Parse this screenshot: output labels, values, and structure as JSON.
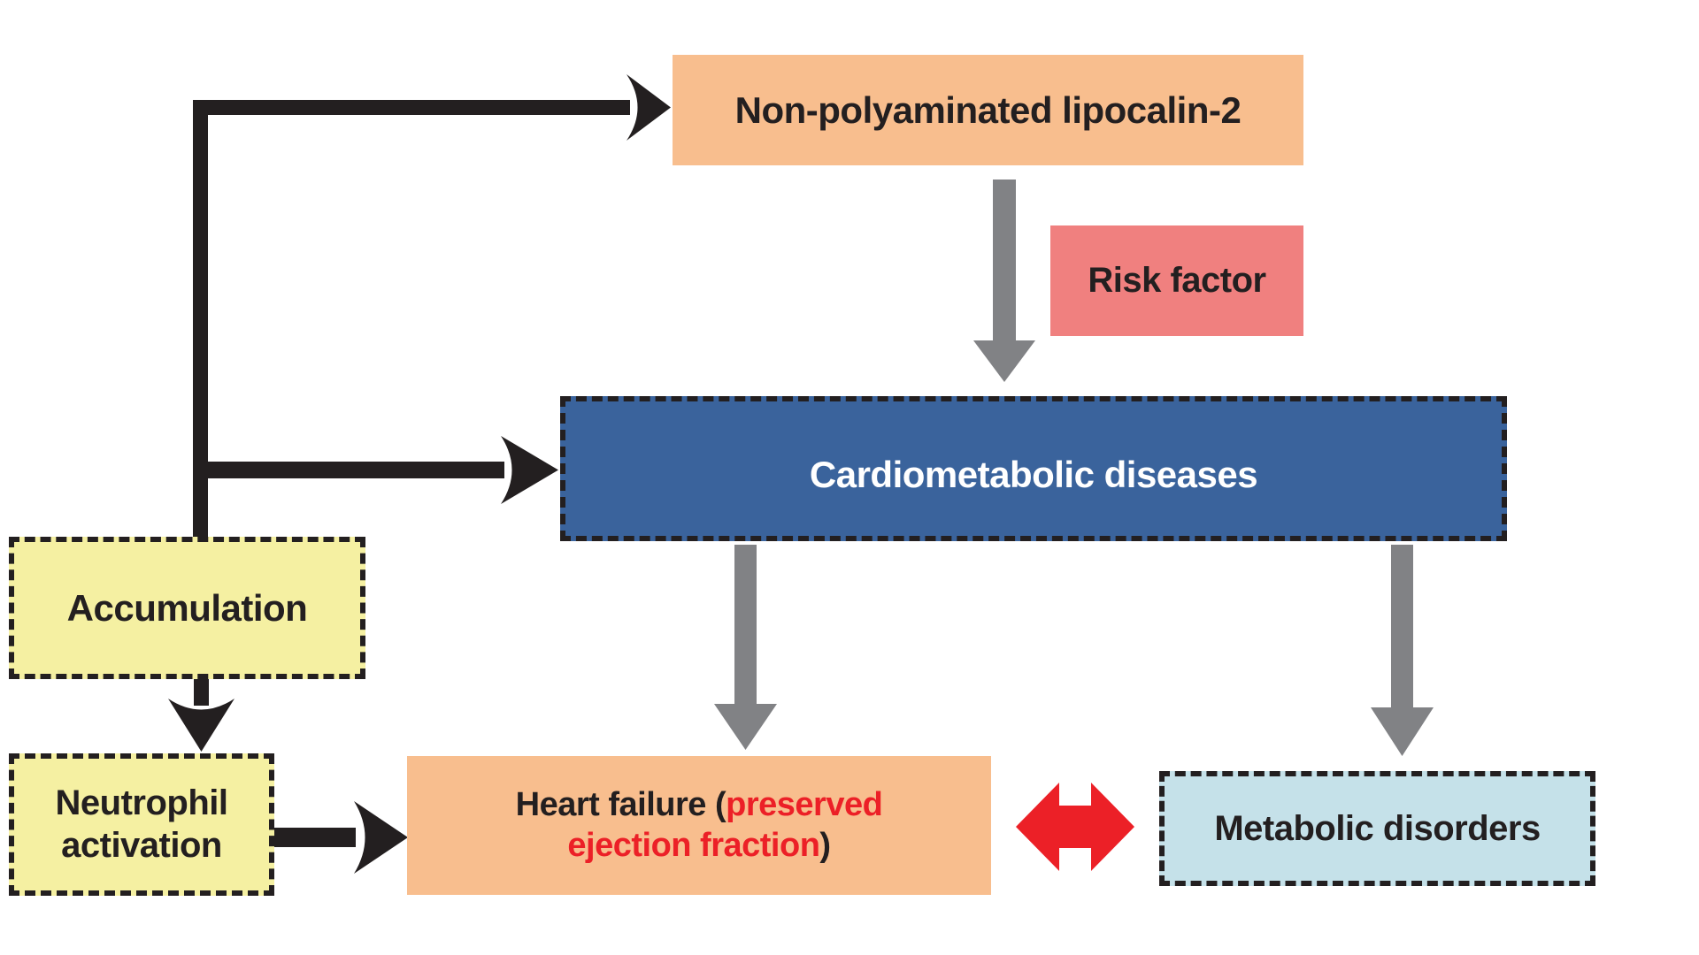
{
  "colors": {
    "bg": "#ffffff",
    "ink": "#231f20",
    "peach": "#f8be8e",
    "pink": "#f0807f",
    "blue": "#3a639c",
    "yellow": "#f5f0a2",
    "lightblue": "#c5e1e9",
    "gray": "#818285",
    "red": "#ec2027",
    "white-text": "#ffffff"
  },
  "nodes": {
    "non_polyaminated": {
      "label": "Non-polyaminated lipocalin-2"
    },
    "risk_factor": {
      "label": "Risk factor"
    },
    "cardiometabolic": {
      "label": "Cardiometabolic diseases"
    },
    "accumulation": {
      "label": "Accumulation"
    },
    "neutrophil": {
      "line1": "Neutrophil",
      "line2": "activation"
    },
    "heart_failure": {
      "part1_dark": "Heart failure (",
      "part2_red": "preserved",
      "part3_red": "ejection fraction",
      "part4_dark": ")"
    },
    "metabolic": {
      "label": "Metabolic disorders"
    }
  }
}
